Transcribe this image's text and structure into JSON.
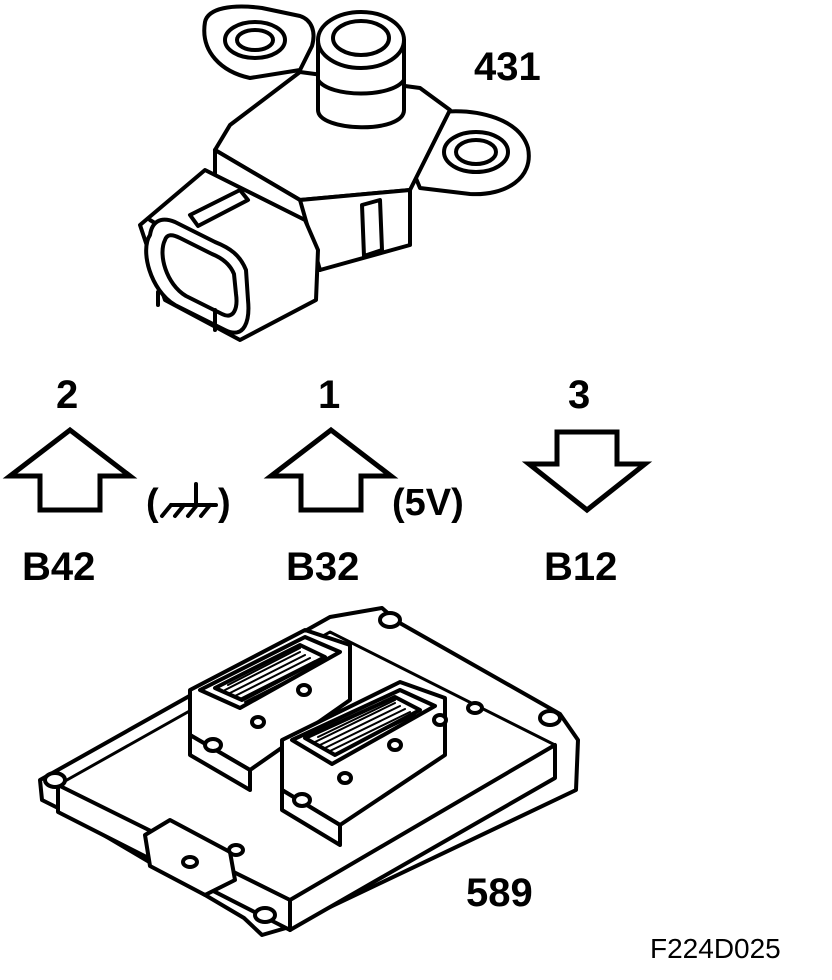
{
  "components": {
    "sensor": {
      "id": "431"
    },
    "control_module": {
      "id": "589"
    }
  },
  "pins": [
    {
      "pin": "2",
      "terminal": "B42",
      "direction": "up",
      "note_open": "(",
      "note_close": ")",
      "note_icon": "ground-icon"
    },
    {
      "pin": "1",
      "terminal": "B32",
      "direction": "up",
      "note": "(5V)"
    },
    {
      "pin": "3",
      "terminal": "B12",
      "direction": "down"
    }
  ],
  "figure_code": "F224D025"
}
